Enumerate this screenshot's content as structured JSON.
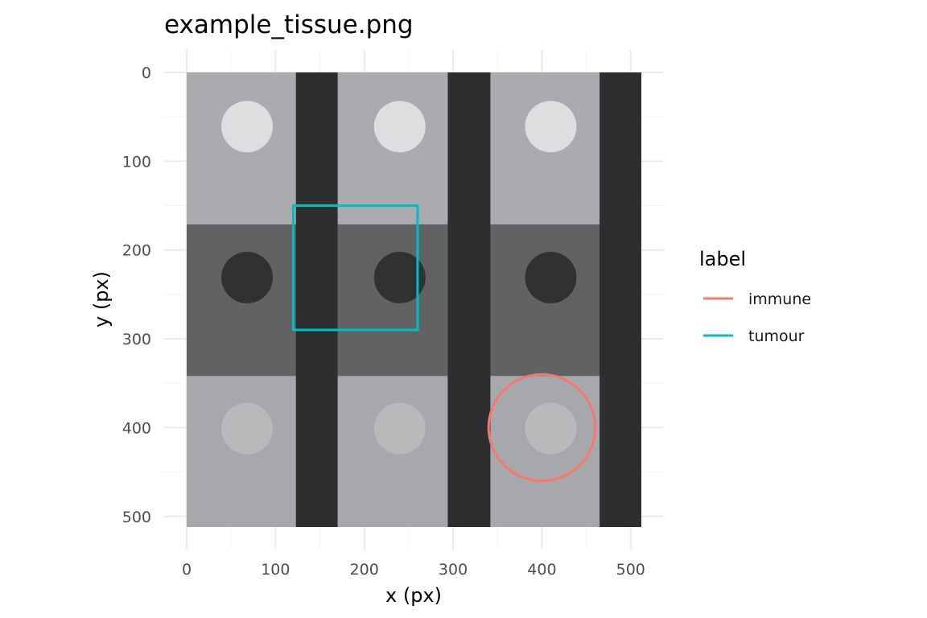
{
  "chart_data": {
    "type": "image-annotation",
    "title": "example_tissue.png",
    "xlabel": "x (px)",
    "ylabel": "y (px)",
    "xlim": [
      0,
      512
    ],
    "ylim": [
      0,
      512
    ],
    "y_reversed": true,
    "x_ticks": [
      0,
      100,
      200,
      300,
      400,
      500
    ],
    "y_ticks": [
      0,
      100,
      200,
      300,
      400,
      500
    ],
    "grid": true,
    "legend_title": "label",
    "legend_position": "right",
    "legend": [
      {
        "name": "immune",
        "color": "#F8766D"
      },
      {
        "name": "tumour",
        "color": "#00BFC4"
      }
    ],
    "annotations": [
      {
        "label": "tumour",
        "shape": "rectangle",
        "xmin": 120,
        "xmax": 260,
        "ymin": 150,
        "ymax": 290,
        "color": "#00BFC4"
      },
      {
        "label": "immune",
        "shape": "circle",
        "cx": 400,
        "cy": 400,
        "r": 60,
        "color": "#F8766D"
      }
    ],
    "image": {
      "width": 512,
      "height": 512,
      "rows": [
        {
          "y0": 0,
          "y1": 171,
          "tone": "#a9abae"
        },
        {
          "y0": 171,
          "y1": 342,
          "tone": "#606264"
        },
        {
          "y0": 342,
          "y1": 512,
          "tone": "#a6a8ab"
        }
      ],
      "dark_columns": [
        {
          "x0": 123,
          "x1": 170,
          "tone": "#2c2e2f"
        },
        {
          "x0": 294,
          "x1": 342,
          "tone": "#2c2e2f"
        },
        {
          "x0": 465,
          "x1": 512,
          "tone": "#2c2e2f"
        }
      ],
      "blobs": [
        {
          "cx": 68,
          "cy": 61,
          "r": 29,
          "tone": "#dcdedf"
        },
        {
          "cx": 240,
          "cy": 61,
          "r": 29,
          "tone": "#dcdedf"
        },
        {
          "cx": 410,
          "cy": 61,
          "r": 29,
          "tone": "#dcdedf"
        },
        {
          "cx": 68,
          "cy": 231,
          "r": 29,
          "tone": "#2f3132"
        },
        {
          "cx": 240,
          "cy": 231,
          "r": 29,
          "tone": "#2f3132"
        },
        {
          "cx": 410,
          "cy": 231,
          "r": 29,
          "tone": "#2f3132"
        },
        {
          "cx": 68,
          "cy": 401,
          "r": 29,
          "tone": "#b7b9bb"
        },
        {
          "cx": 240,
          "cy": 401,
          "r": 29,
          "tone": "#b7b9bb"
        },
        {
          "cx": 410,
          "cy": 401,
          "r": 29,
          "tone": "#b7b9bb"
        }
      ]
    }
  }
}
